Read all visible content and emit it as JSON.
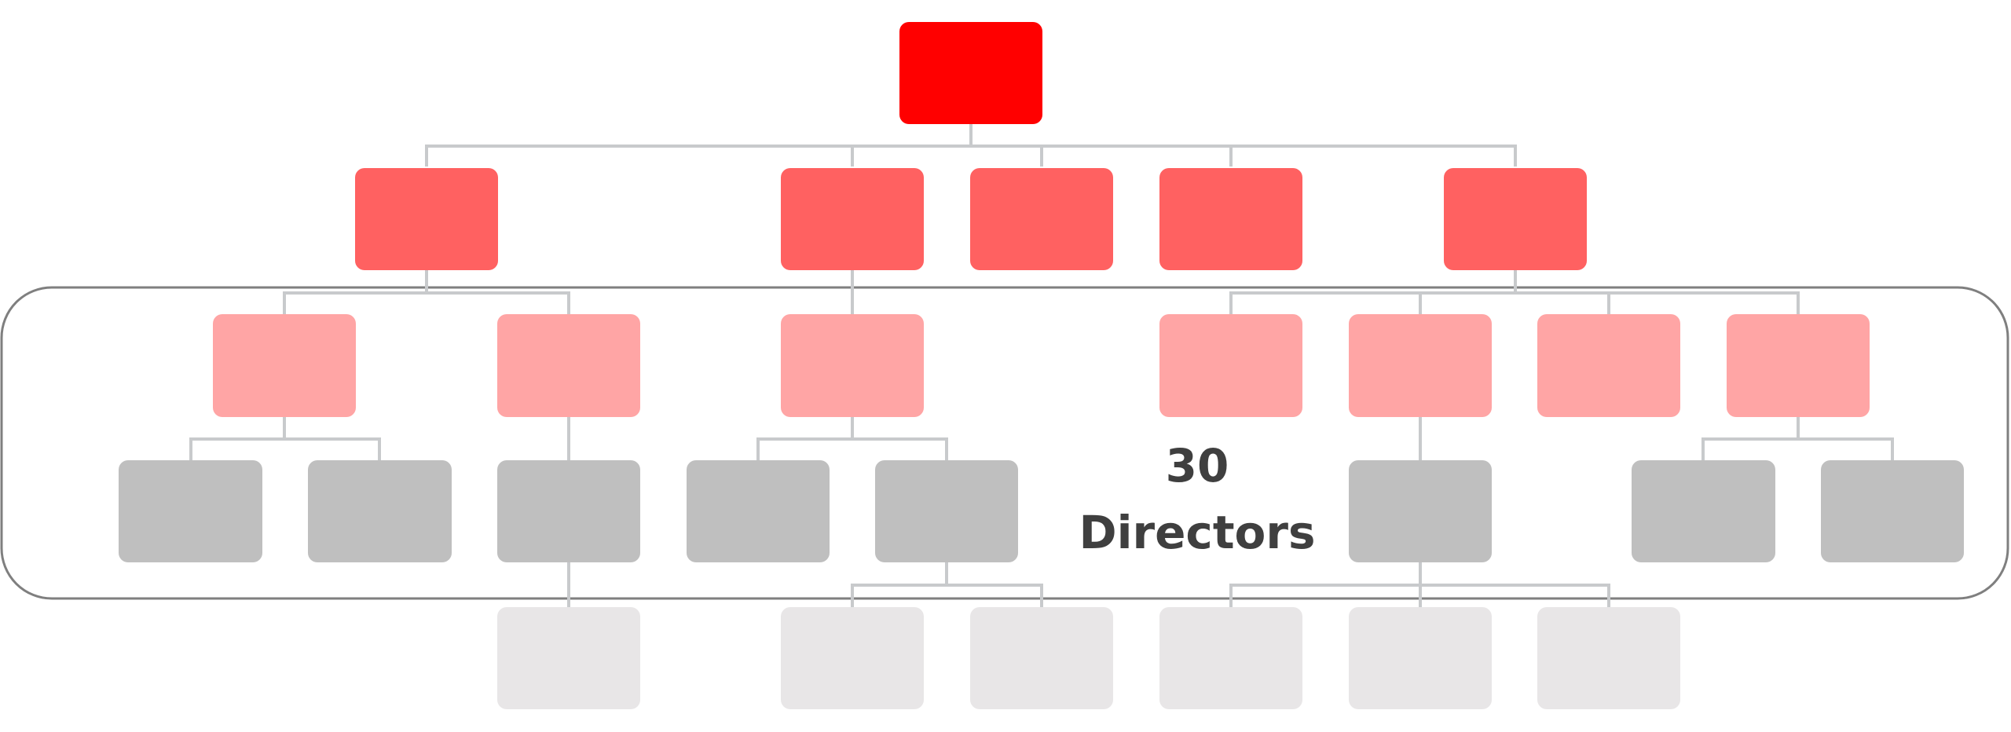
{
  "highlight_label": {
    "count": "30",
    "title": "Directors"
  },
  "colors": {
    "level_1": "#ff0000",
    "level_2": "#ff6161",
    "level_3": "#ffa5a5",
    "level_4": "#bfbfbf",
    "level_5": "#e8e6e7",
    "connector": "#c8cacc",
    "frame": "#7f7f7f",
    "label": "#3f3f3f"
  },
  "org_chart": {
    "levels": 5,
    "highlighted_levels": [
      3,
      4
    ],
    "nodes_per_level": [
      1,
      5,
      7,
      8,
      6
    ]
  }
}
